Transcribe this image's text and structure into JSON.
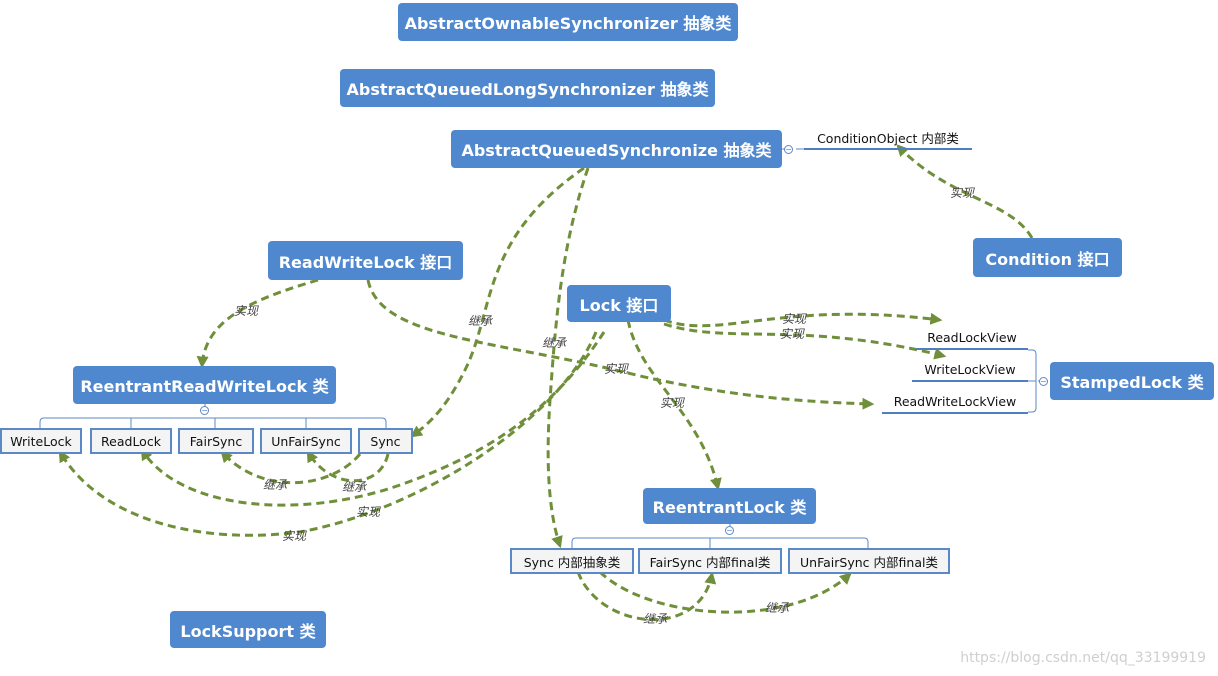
{
  "nodes": {
    "aos": "AbstractOwnableSynchronizer 抽象类",
    "aqls": "AbstractQueuedLongSynchronizer 抽象类",
    "aqs": "AbstractQueuedSynchronize  抽象类",
    "condition_object": "ConditionObject 内部类",
    "condition": "Condition 接口",
    "read_write_lock": "ReadWriteLock 接口",
    "lock": "Lock 接口",
    "rrwl": "ReentrantReadWriteLock 类",
    "rrwl_children": [
      "WriteLock",
      "ReadLock",
      "FairSync",
      "UnFairSync",
      "Sync"
    ],
    "stamped_lock": "StampedLock 类",
    "stamped_children": [
      "ReadLockView",
      "WriteLockView",
      "ReadWriteLockView"
    ],
    "reentrant_lock": "ReentrantLock 类",
    "rl_children": [
      "Sync 内部抽象类",
      "FairSync 内部final类",
      "UnFairSync 内部final类"
    ],
    "lock_support": "LockSupport 类"
  },
  "edge_labels": {
    "implement": "实现",
    "inherit": "继承"
  },
  "colors": {
    "node": "#4f88cf",
    "edge": "#6f8f3a",
    "connector": "#5b88c6"
  },
  "watermark": "https://blog.csdn.net/qq_33199919"
}
